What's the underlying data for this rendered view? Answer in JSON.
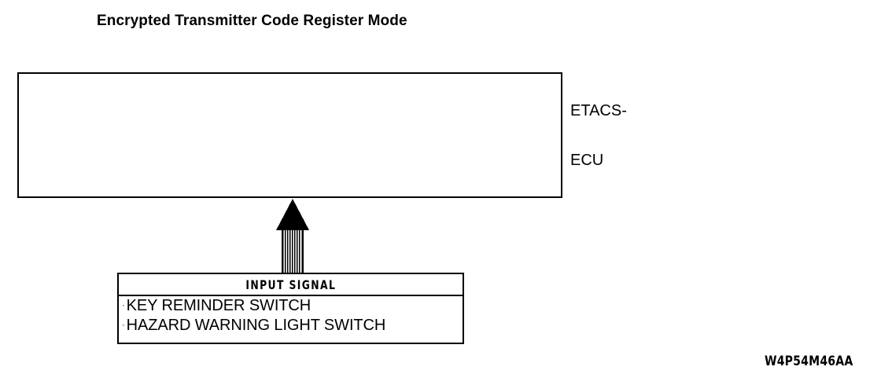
{
  "title": "Encrypted Transmitter Code Register Mode",
  "ecu": {
    "label_lines": [
      "ETACS-",
      "ECU"
    ],
    "contents": ""
  },
  "arrow": {
    "icon": "up-arrow-striped-icon",
    "direction": "up",
    "style": "striped-shaft-solid-head",
    "color": "#000000"
  },
  "input_signal_box": {
    "header": "INPUT SIGNAL",
    "bullet": "·",
    "items": [
      {
        "label": "KEY REMINDER SWITCH"
      },
      {
        "label": "HAZARD WARNING LIGHT SWITCH"
      }
    ]
  },
  "figure_code": "W4P54M46AA",
  "colors": {
    "ink": "#000000",
    "background": "#ffffff"
  }
}
